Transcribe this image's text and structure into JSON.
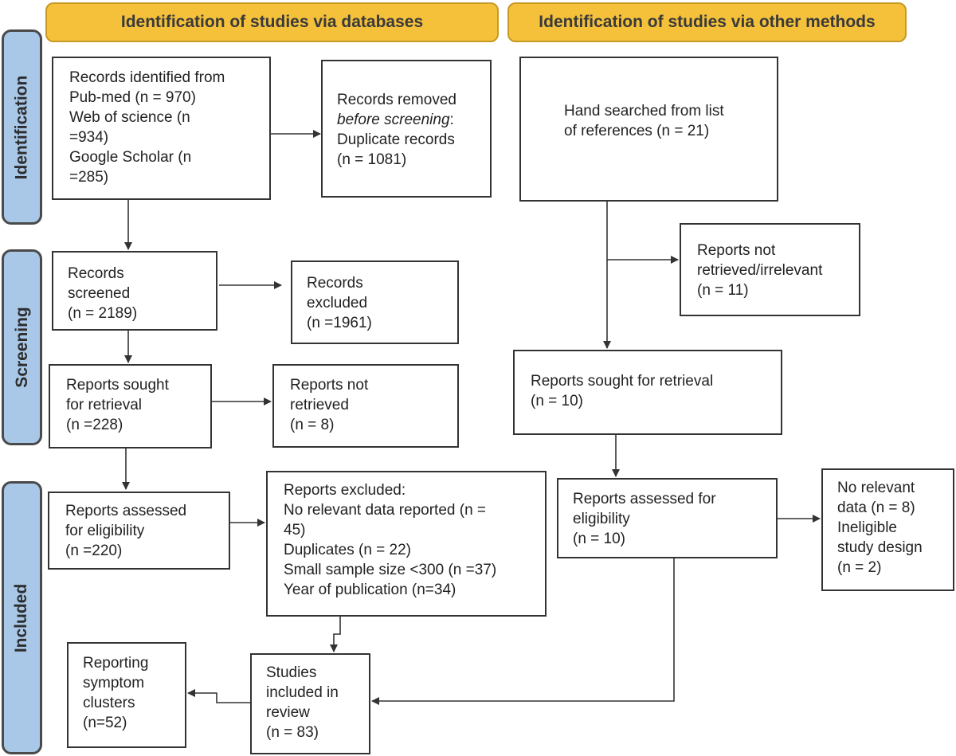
{
  "headers": {
    "databases": "Identification of studies via databases",
    "other": "Identification of studies via other methods"
  },
  "stages": {
    "identification": "Identification",
    "screening": "Screening",
    "included": "Included"
  },
  "boxes": {
    "records_identified": [
      "Records identified from",
      "Pub-med (n = 970)",
      "Web of science (n",
      "=934)",
      "Google Scholar (n",
      "=285)"
    ],
    "records_removed": [
      "Records removed",
      "before screening",
      ":",
      "Duplicate records",
      "(n = 1081)"
    ],
    "hand_searched": [
      "Hand searched from list",
      "of references (n = 21)"
    ],
    "records_screened": [
      "Records",
      "screened",
      "(n = 2189)"
    ],
    "records_excluded": [
      "Records",
      "excluded",
      "(n =1961)"
    ],
    "reports_not_retrieved_other": [
      "Reports not",
      "retrieved/irrelevant",
      "(n = 11)"
    ],
    "reports_sought_db": [
      "Reports sought",
      "for retrieval",
      "(n =228)"
    ],
    "reports_not_retrieved_db": [
      "Reports not",
      "retrieved",
      "(n = 8)"
    ],
    "reports_sought_other": [
      "Reports sought for retrieval",
      "(n = 10)"
    ],
    "reports_assessed_db": [
      "Reports assessed",
      "for eligibility",
      "(n =220)"
    ],
    "reports_excluded_db": [
      "Reports excluded:",
      "No relevant data reported (n =",
      "45)",
      "Duplicates (n = 22)",
      "Small sample size <300 (n =37)",
      "Year of publication (n=34)"
    ],
    "reports_assessed_other": [
      "Reports assessed for",
      "eligibility",
      "(n = 10)"
    ],
    "excluded_other": [
      "No relevant",
      "data (n = 8)",
      "Ineligible",
      "study design",
      "(n = 2)"
    ],
    "reporting_symptom": [
      "Reporting",
      "symptom",
      "clusters",
      "(n=52)"
    ],
    "studies_included": [
      "Studies",
      "included in",
      "review",
      "(n = 83)"
    ]
  }
}
